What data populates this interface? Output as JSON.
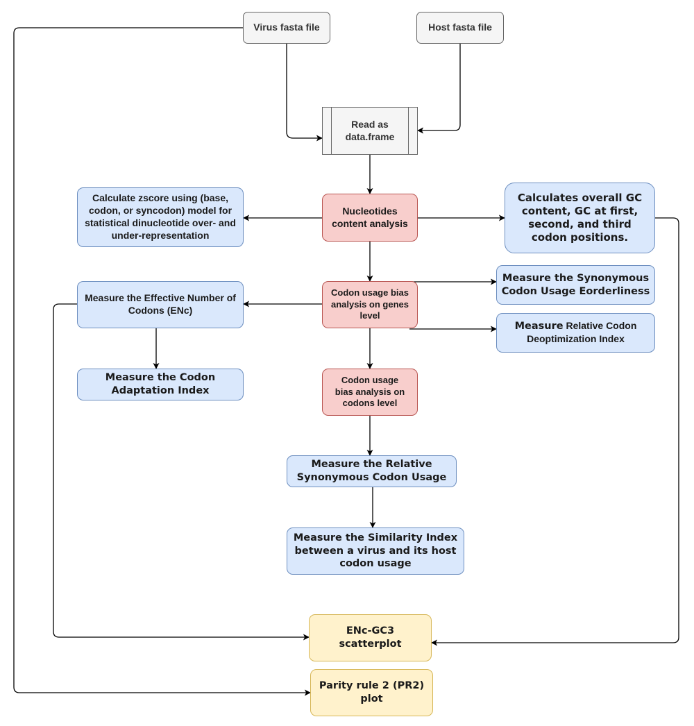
{
  "nodes": {
    "virus_fasta": "Virus fasta file",
    "host_fasta": "Host fasta file",
    "read_as": "Read as data.frame",
    "nucleotides": "Nucleotides content analysis",
    "zscore": "Calculate zscore using (base, codon, or syncodon) model for statistical dinucleotide over- and under-representation",
    "gc_content": "Calculates overall GC content, GC at first, second, and third codon positions.",
    "enc": "Measure the Effective Number of Codons (ENc)",
    "codon_genes": "Codon usage bias analysis on genes level",
    "scuo": "Measure the Synonymous Codon Usage Eorderliness",
    "rcdi_bold": "Measure",
    "rcdi_rest": "Relative Codon Deoptimization Index",
    "cai": "Measure the Codon Adaptation Index",
    "codon_codons": "Codon usage bias analysis on codons level",
    "rscu": "Measure the Relative Synonymous Codon Usage",
    "similarity": "Measure the Similarity Index between a virus and its host codon usage",
    "enc_gc3": "ENc-GC3 scatterplot",
    "pr2": "Parity rule 2 (PR2) plot"
  },
  "colors": {
    "gray_fill": "#f5f5f5",
    "red_fill": "#f8cecc",
    "blue_fill": "#dae8fc",
    "yellow_fill": "#fff2cc",
    "line": "#000000"
  }
}
